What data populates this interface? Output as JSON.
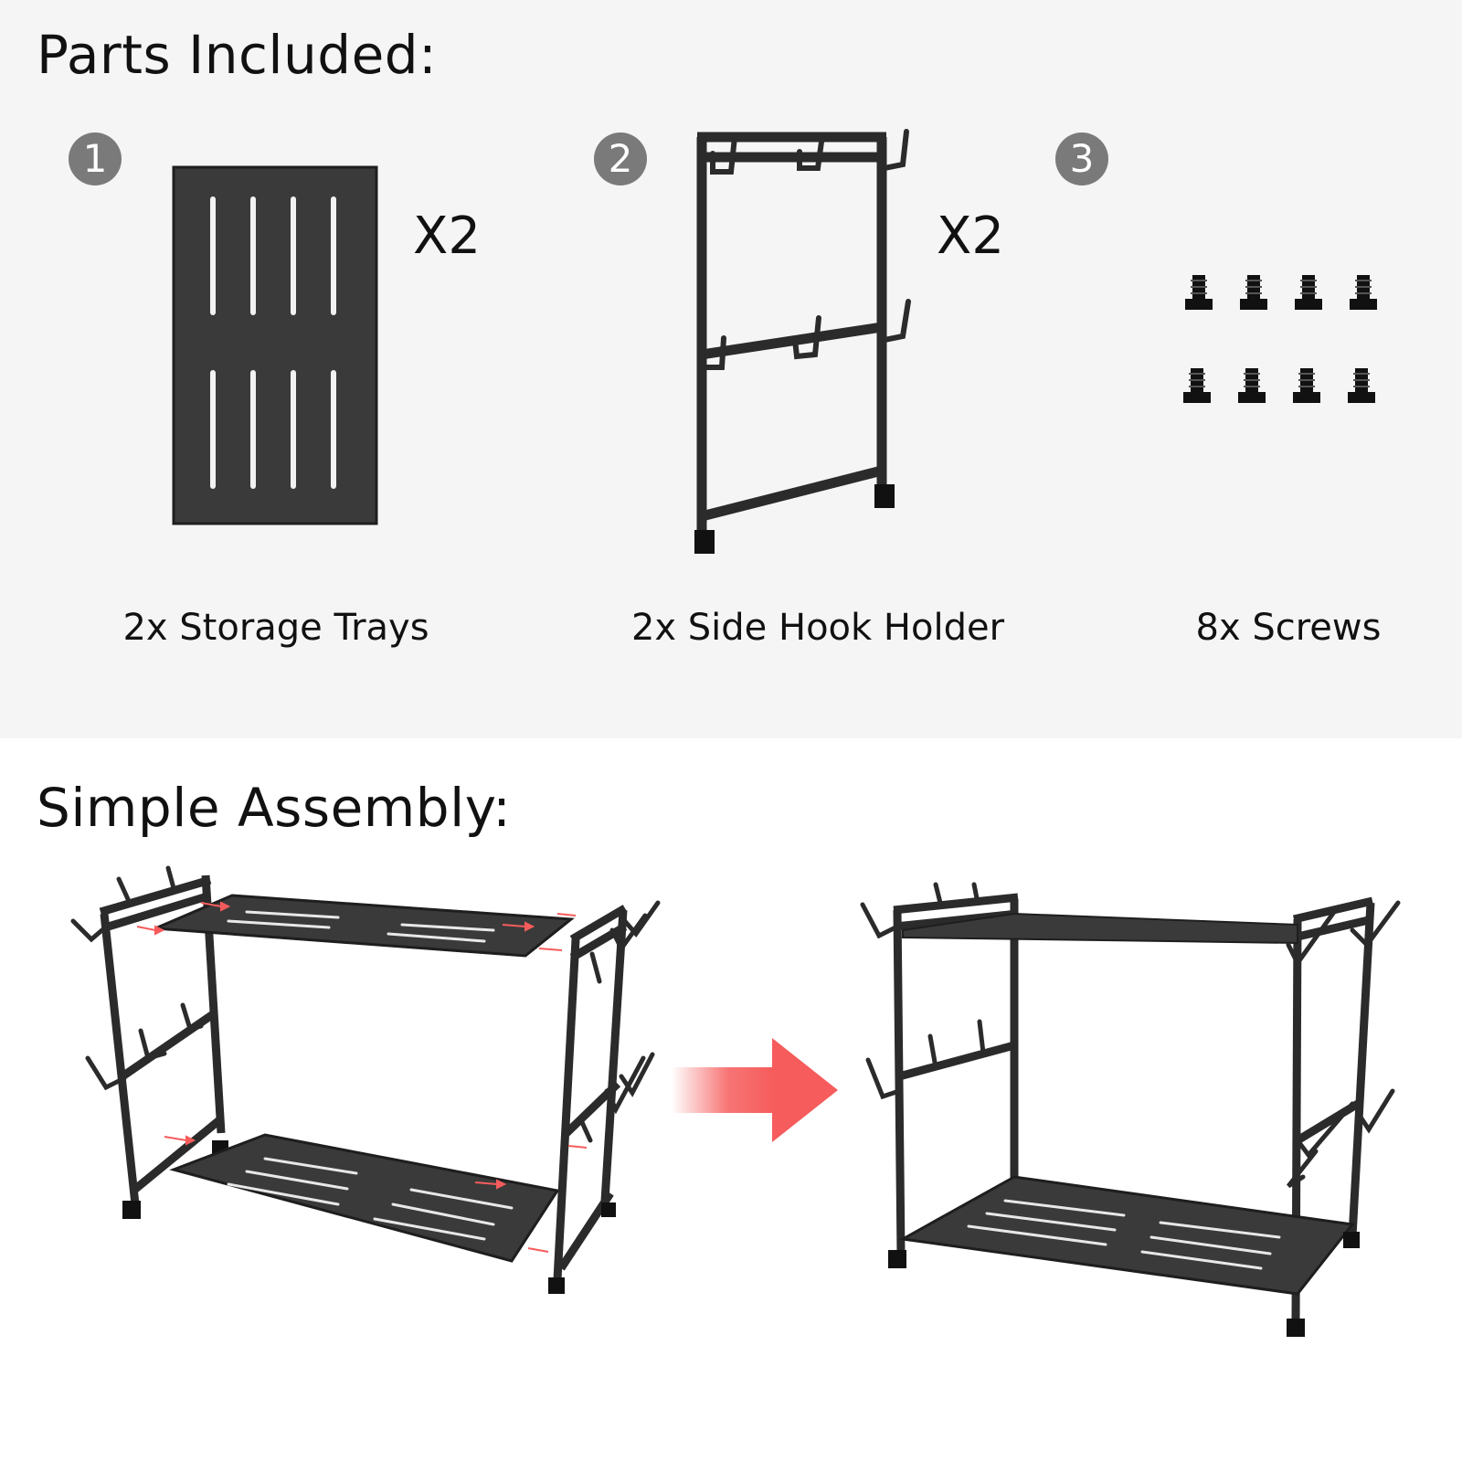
{
  "parts_section": {
    "title": "Parts Included:",
    "items": [
      {
        "number": "1",
        "quantity": "X2",
        "label": "2x Storage Trays"
      },
      {
        "number": "2",
        "quantity": "X2",
        "label": "2x Side Hook Holder"
      },
      {
        "number": "3",
        "quantity": "",
        "label": "8x Screws"
      }
    ]
  },
  "assembly_section": {
    "title": "Simple Assembly:"
  },
  "colors": {
    "frame": "#2b2b2b",
    "tray": "#3a3a3a",
    "badge": "#7a7a7a",
    "arrow": "#f65c5c",
    "top_background": "#f5f5f5"
  },
  "icons": [
    "storage-tray-icon",
    "side-hook-holder-icon",
    "screw-icon",
    "assembly-arrow-icon"
  ]
}
